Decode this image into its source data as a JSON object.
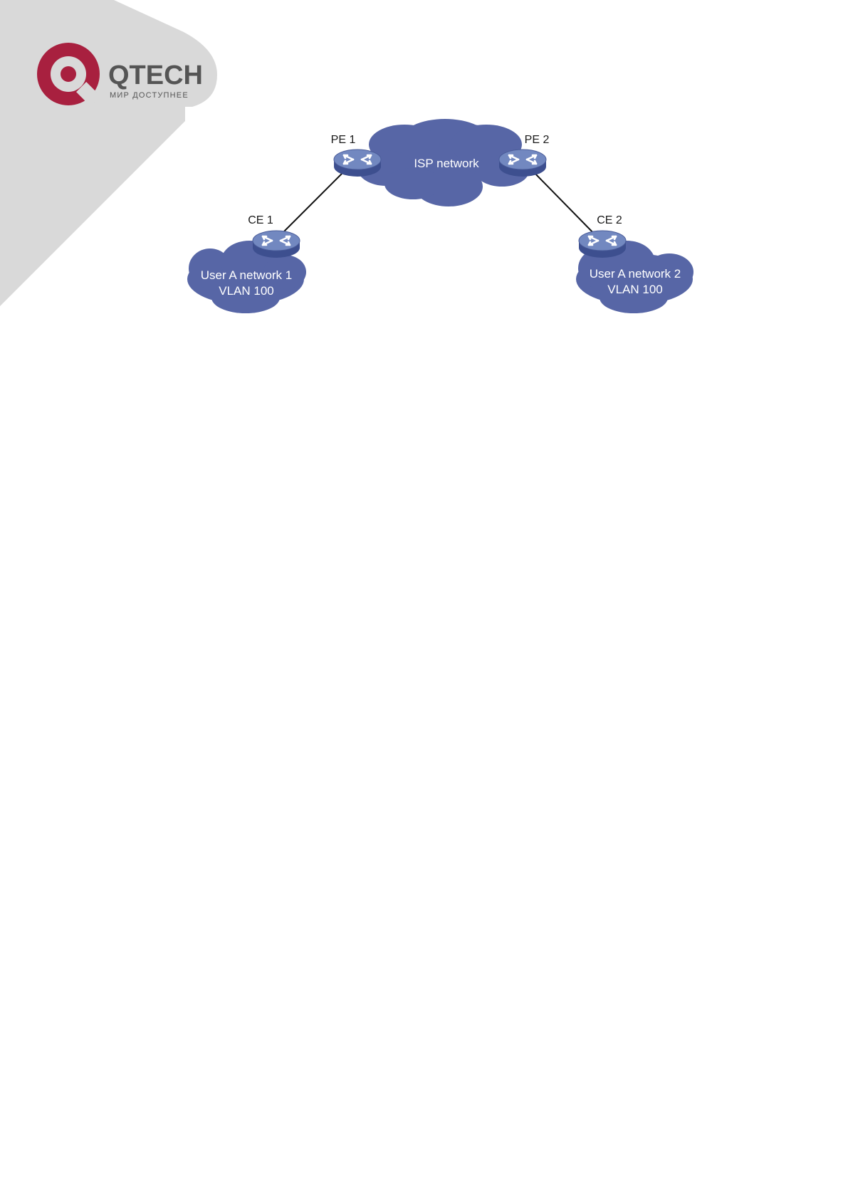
{
  "brand": {
    "name": "QTECH",
    "tagline": "МИР ДОСТУПНЕЕ",
    "colors": {
      "ring": "#a8203f",
      "text": "#555555",
      "corner": "#d9d9d9"
    }
  },
  "diagram": {
    "colors": {
      "cloud": "#5766a6",
      "device_top": "#7288c0",
      "device_side": "#3d4f8f",
      "link": "#111111"
    },
    "devices": [
      {
        "id": "pe1",
        "label": "PE 1",
        "icon": "switch-icon"
      },
      {
        "id": "pe2",
        "label": "PE 2",
        "icon": "switch-icon"
      },
      {
        "id": "ce1",
        "label": "CE 1",
        "icon": "switch-icon"
      },
      {
        "id": "ce2",
        "label": "CE 2",
        "icon": "switch-icon"
      }
    ],
    "clouds": [
      {
        "id": "isp",
        "lines": [
          "ISP network"
        ]
      },
      {
        "id": "user1",
        "lines": [
          "User A network 1",
          "VLAN 100"
        ]
      },
      {
        "id": "user2",
        "lines": [
          "User A network 2",
          "VLAN 100"
        ]
      }
    ],
    "links": [
      {
        "from": "ce1",
        "to": "pe1"
      },
      {
        "from": "pe2",
        "to": "ce2"
      }
    ]
  }
}
